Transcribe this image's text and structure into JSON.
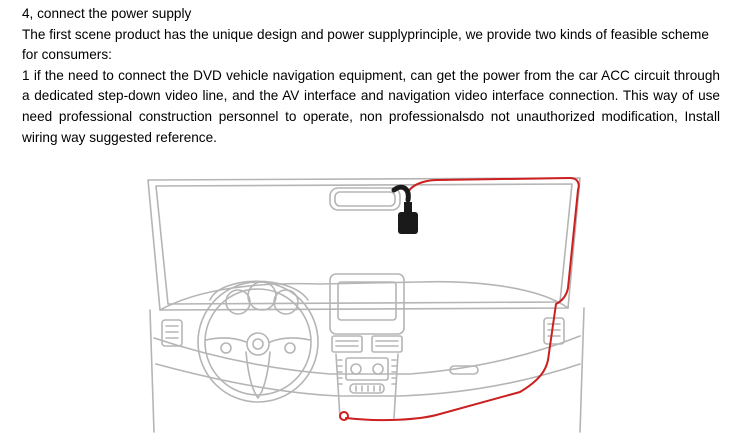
{
  "document": {
    "heading": "4, connect the power supply",
    "intro": "The first scene product has the unique design and power supplyprinciple, we provide two kinds of feasible scheme for consumers:",
    "option1": "1 if the need to connect the DVD vehicle navigation equipment, can get the power from the car ACC circuit through a dedicated step-down video line, and the AV interface and navigation video interface connection. This way of use need professional construction personnel to operate, non professionalsdo not unauthorized modification, Install wiring way suggested reference."
  },
  "illustration": {
    "subject": "car-dashboard-wiring-diagram",
    "line_color": "#b5b5b5",
    "wire_color": "#cc1f1f",
    "device_color": "#1a1a1a"
  }
}
